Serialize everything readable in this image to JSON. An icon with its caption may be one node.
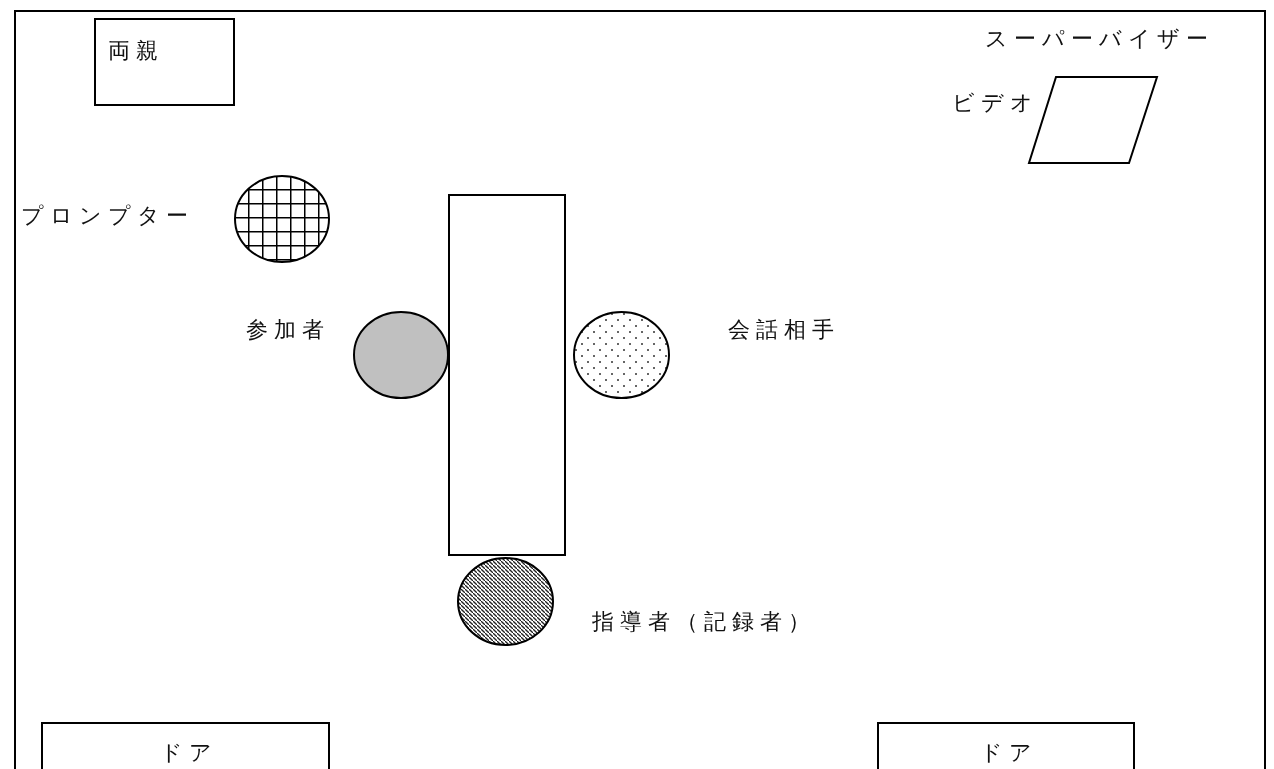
{
  "diagram": {
    "nodes": [
      {
        "text": [
          "両親"
        ]
      },
      {
        "text": [],
        "shape": "parallelogram",
        "beside": [
          "ビデオ"
        ]
      },
      {
        "text": [],
        "shape": "circle",
        "beside": [
          "プロンプター"
        ]
      },
      {
        "text": [],
        "shape": "box"
      },
      {
        "text": [],
        "shape": "circle",
        "beside": [
          "参加者"
        ]
      },
      {
        "text": [],
        "shape": "circle",
        "beside": [
          "会話相手"
        ]
      },
      {
        "text": [],
        "shape": "circle",
        "beside": [
          "指導者（記録者）"
        ]
      },
      {
        "text": [
          "ドア"
        ]
      },
      {
        "text": [
          "ドア"
        ]
      }
    ],
    "edges": [],
    "labels": [
      "スーパーバイザー"
    ]
  }
}
